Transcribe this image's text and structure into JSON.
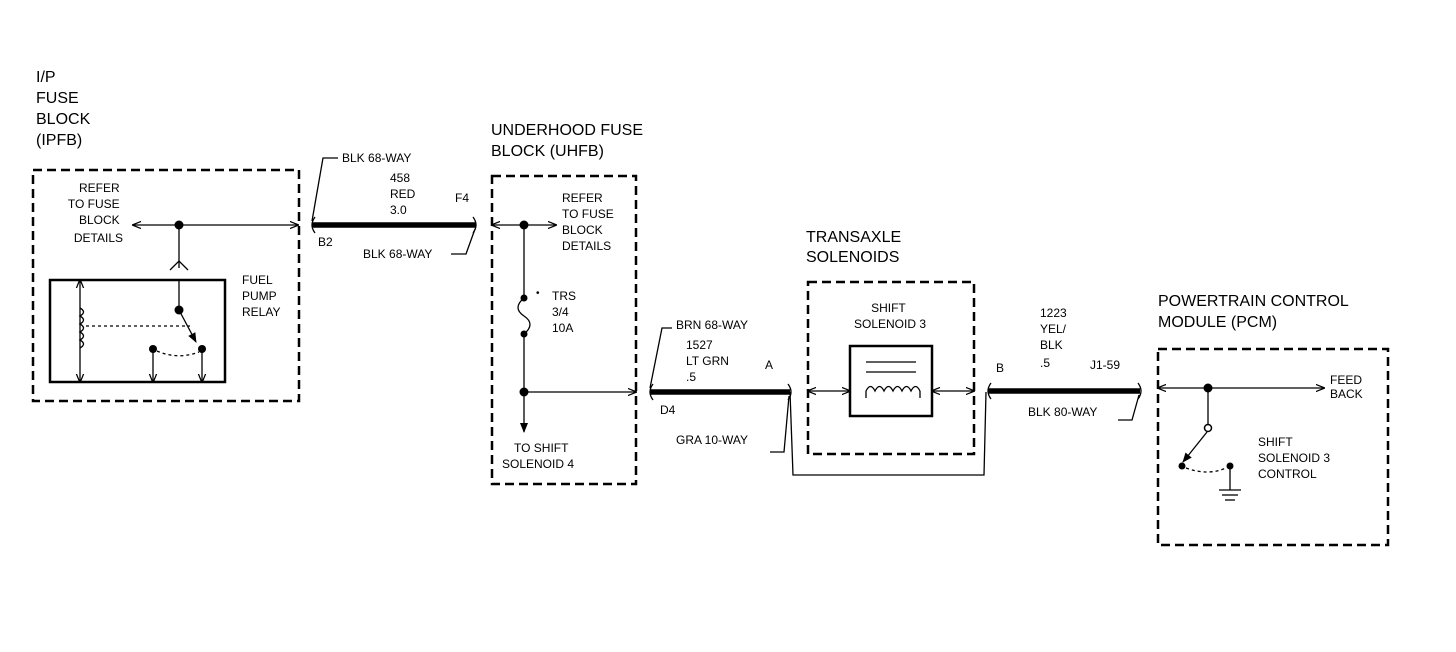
{
  "ipfb": {
    "title_lines": [
      "I/P",
      "FUSE",
      "BLOCK",
      "(IPFB)"
    ],
    "refer_lines": [
      "REFER",
      "TO FUSE",
      "BLOCK",
      "DETAILS"
    ],
    "relay_lines": [
      "FUEL",
      "PUMP",
      "RELAY"
    ]
  },
  "wire1": {
    "connector_top": "BLK 68-WAY",
    "circuit": "458",
    "color": "RED",
    "gauge": "3.0",
    "pin_left": "B2",
    "pin_right": "F4",
    "connector_bottom": "BLK 68-WAY"
  },
  "uhfb": {
    "title_lines": [
      "UNDERHOOD FUSE",
      "BLOCK (UHFB)"
    ],
    "refer_lines": [
      "REFER",
      "TO FUSE",
      "BLOCK",
      "DETAILS"
    ],
    "fuse_lines": [
      "TRS",
      "3/4",
      "10A"
    ],
    "to_lines": [
      "TO SHIFT",
      "SOLENOID 4"
    ]
  },
  "wire2": {
    "connector_top": "BRN 68-WAY",
    "circuit": "1527",
    "color": "LT GRN",
    "gauge": ".5",
    "pin_left": "D4",
    "pin_right": "A",
    "connector_bottom": "GRA 10-WAY"
  },
  "transaxle": {
    "title_lines": [
      "TRANSAXLE",
      "SOLENOIDS"
    ],
    "solenoid_lines": [
      "SHIFT",
      "SOLENOID 3"
    ]
  },
  "wire3": {
    "circuit": "1223",
    "color_lines": [
      "YEL/",
      "BLK"
    ],
    "gauge": ".5",
    "pin_left": "B",
    "pin_right": "J1-59",
    "connector_bottom": "BLK 80-WAY"
  },
  "pcm": {
    "title_lines": [
      "POWERTRAIN CONTROL",
      "MODULE (PCM)"
    ],
    "feed_lines": [
      "FEED",
      "BACK"
    ],
    "control_lines": [
      "SHIFT",
      "SOLENOID 3",
      "CONTROL"
    ]
  }
}
